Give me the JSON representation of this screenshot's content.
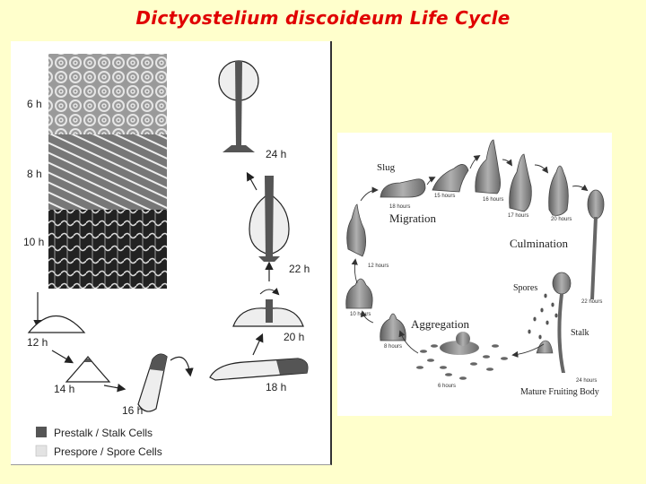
{
  "title": "Dictyostelium discoideum Life Cycle",
  "left_diagram": {
    "stages": {
      "h6": "6 h",
      "h8": "8 h",
      "h10": "10 h",
      "h12": "12 h",
      "h14": "14 h",
      "h16": "16 h",
      "h18": "18 h",
      "h20": "20 h",
      "h22": "22 h",
      "h24": "24 h"
    },
    "legend": {
      "prestalk": "Prestalk / Stalk Cells",
      "prespore": "Prespore / Spore Cells"
    },
    "colors": {
      "prestalk": "#555555",
      "prespore": "#e3e3e3"
    }
  },
  "right_diagram": {
    "labels": {
      "slug": "Slug",
      "migration": "Migration",
      "culmination": "Culmination",
      "spores": "Spores",
      "aggregation": "Aggregation",
      "stalk": "Stalk",
      "mature": "Mature Fruiting Body"
    },
    "times": {
      "t18": "18 hours",
      "t15": "15 hours",
      "t16": "16 hours",
      "t17": "17 hours",
      "t20": "20 hours",
      "t22": "22 hours",
      "t24": "24 hours",
      "t6": "6 hours",
      "t8": "8 hours",
      "t10": "10 hours",
      "t12": "12 hours"
    }
  }
}
